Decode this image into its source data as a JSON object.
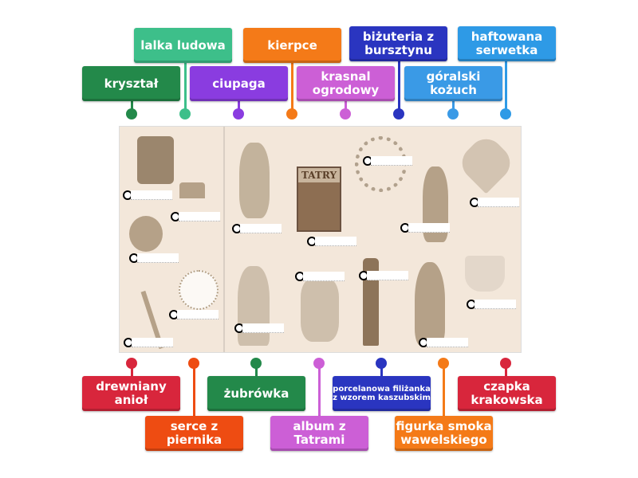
{
  "top_labels": [
    {
      "text": "lalka ludowa",
      "color": "#3dbf8a"
    },
    {
      "text": "kierpce",
      "color": "#f47a18"
    },
    {
      "text": "biżuteria z bursztynu",
      "color": "#2a35c0"
    },
    {
      "text": "haftowana serwetka",
      "color": "#2e9ae6"
    },
    {
      "text": "kryształ",
      "color": "#23894a"
    },
    {
      "text": "ciupaga",
      "color": "#8a3ce0"
    },
    {
      "text": "krasnal ogrodowy",
      "color": "#cc5fd6"
    },
    {
      "text": "góralski kożuch",
      "color": "#3a9ae6"
    }
  ],
  "bottom_labels": [
    {
      "text": "drewniany anioł",
      "color": "#d8263c"
    },
    {
      "text": "serce z piernika",
      "color": "#ee4c12"
    },
    {
      "text": "żubrówka",
      "color": "#23894a"
    },
    {
      "text": "album z Tatrami",
      "color": "#cc5fd6"
    },
    {
      "text": "porcelanowa filiżanka z wzorem kaszubskim",
      "color": "#2a35c0"
    },
    {
      "text": "figurka smoka wawelskiego",
      "color": "#f47a18"
    },
    {
      "text": "czapka krakowska",
      "color": "#d8263c"
    }
  ],
  "board": {
    "book_title": "TATRY"
  }
}
